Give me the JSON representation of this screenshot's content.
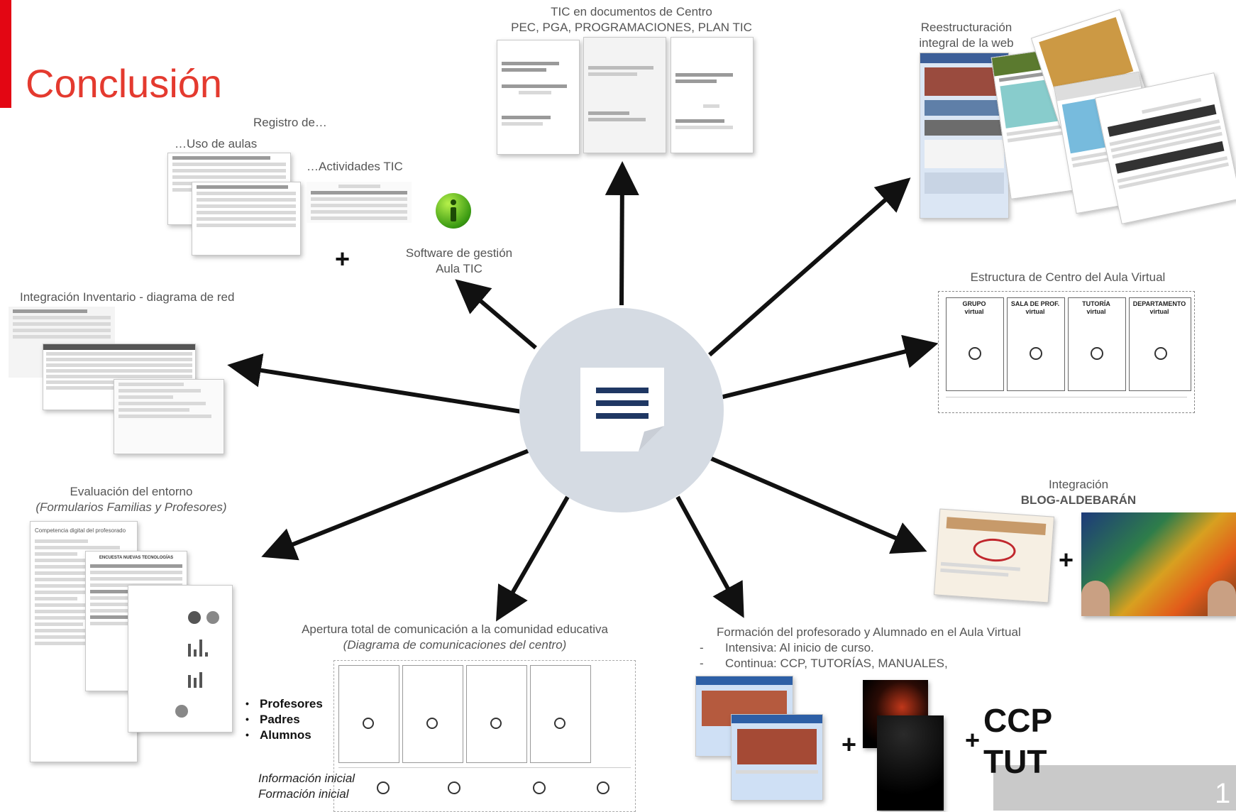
{
  "slide": {
    "title": "Conclusión",
    "page_number": "1",
    "accent": "#e30613",
    "title_color": "#e43a2f",
    "hub_color": "#d5dbe3",
    "doc_icon": "document-lines-icon"
  },
  "top": {
    "line1": "TIC en documentos de Centro",
    "line2": "PEC, PGA, PROGRAMACIONES, PLAN TIC"
  },
  "registro": {
    "title": "Registro de…",
    "uso": "…Uso de aulas",
    "actividades": "…Actividades TIC",
    "plus": "+",
    "software_l1": "Software de gestión",
    "software_l2": "Aula TIC"
  },
  "web": {
    "line1": "Reestructuración",
    "line2": "integral de la web"
  },
  "inventario": {
    "label": "Integración Inventario  - diagrama de red"
  },
  "virtual": {
    "title": "Estructura de Centro del Aula Virtual",
    "cols": [
      {
        "l1": "GRUPO",
        "l2": "virtual"
      },
      {
        "l1": "SALA DE PROF.",
        "l2": "virtual"
      },
      {
        "l1": "TUTORÍA",
        "l2": "virtual"
      },
      {
        "l1": "DEPARTAMENTO",
        "l2": "virtual"
      }
    ]
  },
  "evaluacion": {
    "line1": "Evaluación del entorno",
    "line2": "(Formularios Familias y Profesores)",
    "form_title": "Competencia digital del profesorado",
    "survey_title": "ENCUESTA NUEVAS TECNOLOGÍAS",
    "bullets": [
      "Profesores",
      "Padres",
      "Alumnos"
    ]
  },
  "blog": {
    "line1": "Integración",
    "line2": "BLOG-ALDEBARÁN",
    "plus": "+"
  },
  "apertura": {
    "line1": "Apertura total de comunicación a la comunidad educativa",
    "line2": "(Diagrama de comunicaciones del centro)",
    "info1": "Información inicial",
    "info2": "Formación inicial"
  },
  "formacion": {
    "title": "Formación del profesorado y Alumnado en el Aula Virtual",
    "items": [
      "Intensiva: Al inicio de curso.",
      "Continua: CCP, TUTORÍAS, MANUALES,"
    ],
    "plus1": "+",
    "plus2": "+",
    "ccp": "CCP",
    "tut": "TUT"
  }
}
